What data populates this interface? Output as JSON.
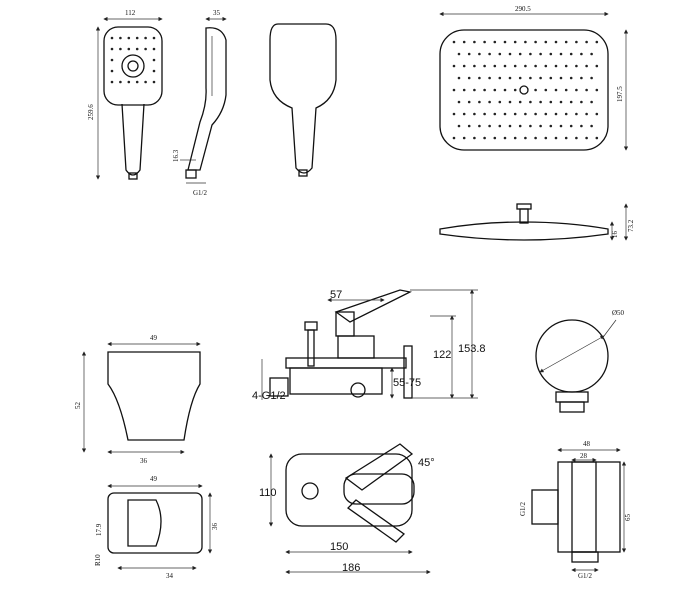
{
  "hand_shower_front": {
    "width": "112",
    "height": "259.6"
  },
  "hand_shower_side": {
    "depth": "35",
    "stem": "16.3",
    "thread": "G1/2"
  },
  "overhead_shower": {
    "width": "290.5",
    "depth": "197.5",
    "total_height": "73.2",
    "plate_height": "16"
  },
  "mixer": {
    "spout_offset": "57",
    "height_lower": "122",
    "height_total": "153.8",
    "connections": "4-G1/2",
    "adjust_range": "55-75",
    "angle": "45°",
    "plate_height": "110",
    "plate_width": "150",
    "total_width": "186"
  },
  "holder_front": {
    "top_width": "49",
    "height": "52",
    "bottom_width": "36"
  },
  "holder_top": {
    "width": "49",
    "depth": "36",
    "slot": "17.9",
    "radius": "R10",
    "base": "34"
  },
  "wall_outlet": {
    "diameter": "Ø50",
    "width": "48",
    "inner": "28",
    "height": "65",
    "thread_side": "G1/2",
    "thread_bottom": "G1/2"
  }
}
